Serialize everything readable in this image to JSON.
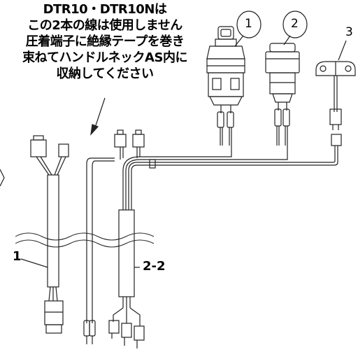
{
  "note": {
    "lines": [
      "DTR10・DTR10Nは",
      "この2本の線は使用しません",
      "圧着端子に絶縁テープを巻き",
      "束ねてハンドルネックAS内に",
      "収納してください"
    ]
  },
  "callouts": {
    "part1": "1",
    "part2": "2",
    "part3": "3"
  },
  "labels": {
    "harness_1": "1",
    "harness_2_2": "2-2"
  },
  "colors": {
    "line": "#222222",
    "background": "#ffffff"
  }
}
